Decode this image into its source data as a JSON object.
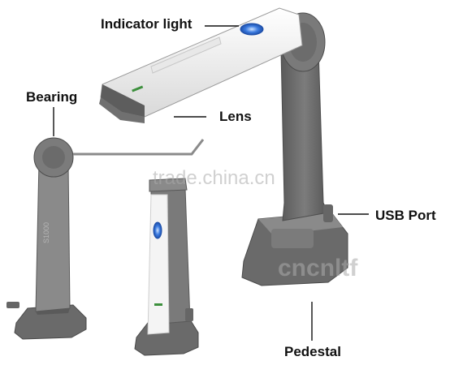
{
  "labels": {
    "indicator_light": "Indicator light",
    "bearing": "Bearing",
    "lens": "Lens",
    "usb_port": "USB Port",
    "pedestal": "Pedestal"
  },
  "side_view": {
    "model_text": "S1000"
  },
  "watermarks": {
    "trade": "trade.china.cn",
    "seller": "cncnltf"
  },
  "colors": {
    "body_dark": "#6d6d6d",
    "body_light": "#f4f4f4",
    "indicator_blue": "#2f6fd6",
    "label_text": "#111111"
  }
}
